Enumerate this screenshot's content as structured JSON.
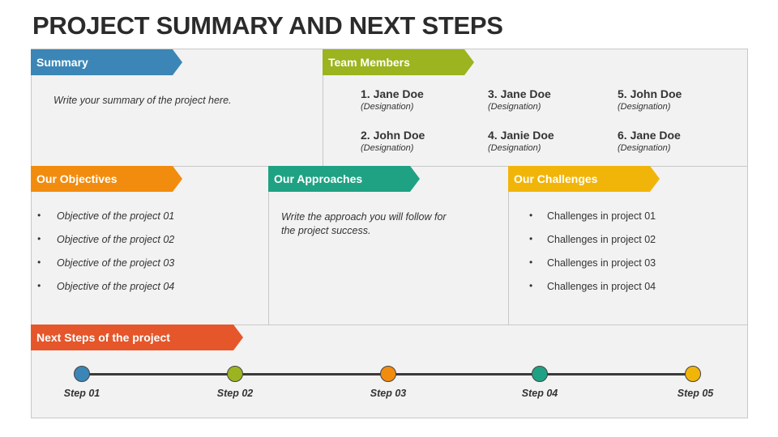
{
  "title": "PROJECT SUMMARY AND NEXT STEPS",
  "colors": {
    "summary": "#3b86b6",
    "team": "#9bb41f",
    "objectives": "#f28c0f",
    "approaches": "#1fa283",
    "challenges": "#f1b50a",
    "next_steps": "#e5562a"
  },
  "summary": {
    "heading": "Summary",
    "text": "Write your summary of the project here."
  },
  "team": {
    "heading": "Team Members",
    "members": [
      {
        "name": "1. Jane Doe",
        "designation": "(Designation)"
      },
      {
        "name": "2. John Doe",
        "designation": "(Designation)"
      },
      {
        "name": "3. Jane Doe",
        "designation": "(Designation)"
      },
      {
        "name": "4. Janie Doe",
        "designation": "(Designation)"
      },
      {
        "name": "5. John Doe",
        "designation": "(Designation)"
      },
      {
        "name": "6. Jane Doe",
        "designation": "(Designation)"
      }
    ]
  },
  "objectives": {
    "heading": "Our Objectives",
    "items": [
      "Objective of the project 01",
      "Objective of the project 02",
      "Objective of the project 03",
      "Objective of the project 04"
    ]
  },
  "approaches": {
    "heading": "Our Approaches",
    "text_line1": "Write the approach you will follow for",
    "text_line2": "the project success."
  },
  "challenges": {
    "heading": "Our Challenges",
    "items": [
      "Challenges in project 01",
      "Challenges in project 02",
      "Challenges in project 03",
      "Challenges in project 04"
    ]
  },
  "next_steps": {
    "heading": "Next Steps of the project",
    "steps": [
      {
        "label": "Step 01",
        "color": "#3b86b6"
      },
      {
        "label": "Step 02",
        "color": "#9bb41f"
      },
      {
        "label": "Step 03",
        "color": "#f28c0f"
      },
      {
        "label": "Step 04",
        "color": "#1fa283"
      },
      {
        "label": "Step 05",
        "color": "#f1b50a"
      }
    ]
  }
}
